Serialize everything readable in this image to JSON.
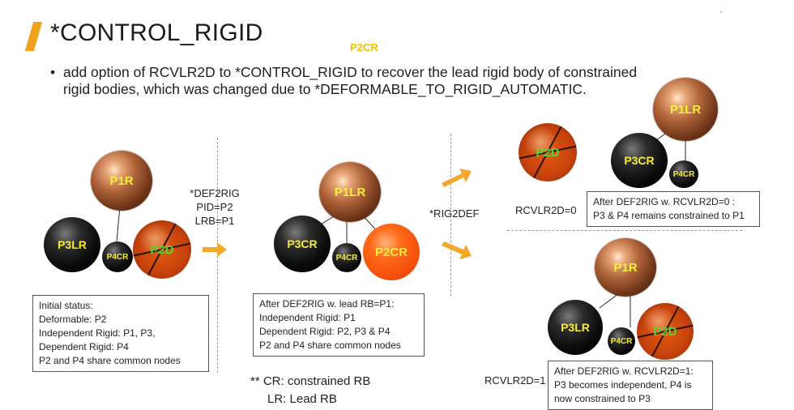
{
  "header": {
    "title": "*CONTROL_RIGID",
    "floating_label": "P2CR"
  },
  "bullet": {
    "mark": "•",
    "text": "add option of RCVLR2D to *CONTROL_RIGID to recover the lead rigid body of constrained rigid bodies, which was changed due to *DEFORMABLE_TO_RIGID_AUTOMATIC."
  },
  "initial": {
    "balls": {
      "p1": "P1R",
      "p3": "P3LR",
      "p4": "P4CR",
      "p2": "P2D"
    },
    "box": [
      "Initial status:",
      "Deformable: P2",
      "Independent Rigid: P1, P3,",
      "Dependent Rigid:  P4",
      "P2 and P4 share common nodes"
    ]
  },
  "step1": {
    "lines": [
      "*DEF2RIG",
      "PID=P2",
      "LRB=P1"
    ]
  },
  "after_def2rig": {
    "balls": {
      "p1": "P1LR",
      "p3": "P3CR",
      "p4": "P4CR",
      "p2": "P2CR"
    },
    "box": [
      "After DEF2RIG w. lead RB=P1:",
      "Independent Rigid: P1",
      "Dependent Rigid:  P2, P3 & P4",
      "P2 and P4 share common nodes"
    ]
  },
  "step2": {
    "label": "*RIG2DEF"
  },
  "case0": {
    "label": "RCVLR2D=0",
    "balls": {
      "p2": "P2D",
      "p1": "P1LR",
      "p3": "P3CR",
      "p4": "P4CR"
    },
    "box": [
      "After DEF2RIG w. RCVLR2D=0 :",
      "P3 & P4 remains constrained to P1"
    ]
  },
  "case1": {
    "label": "RCVLR2D=1",
    "balls": {
      "p1": "P1R",
      "p3": "P3LR",
      "p4": "P4CR",
      "p2": "P2D"
    },
    "box": [
      "After DEF2RIG w. RCVLR2D=1:",
      "P3 becomes independent, P4 is",
      "now constrained to P3"
    ]
  },
  "legend": [
    "** CR: constrained RB",
    "LR: Lead RB"
  ],
  "colors": {
    "accent": "#f0a21a",
    "arrow": "#f2a82a",
    "label_yellow": "#f5ea3a",
    "label_green": "#58d636"
  }
}
